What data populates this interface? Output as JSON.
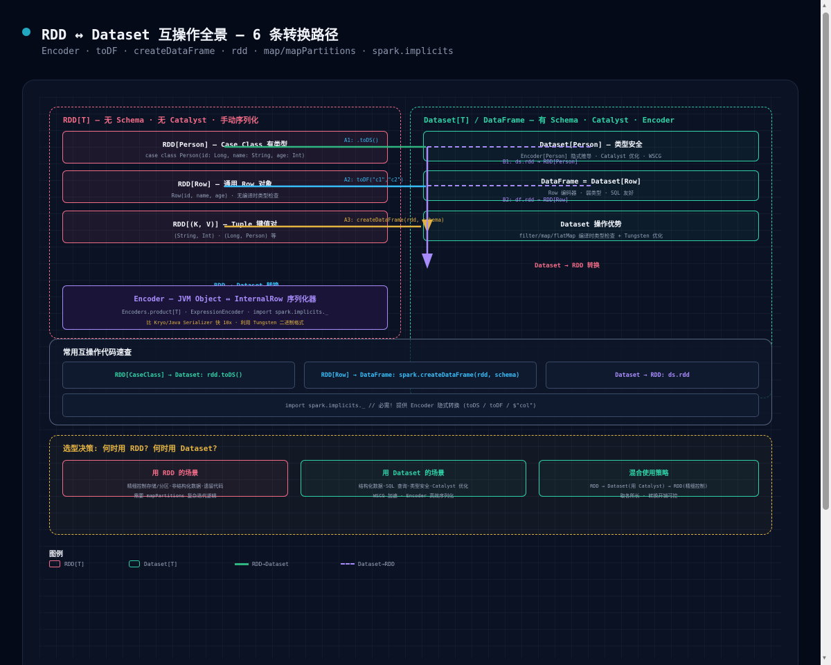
{
  "header": {
    "title": "RDD ↔ Dataset 互操作全景 — 6 条转换路径",
    "subtitle": "Encoder · toDF · createDataFrame · rdd · map/mapPartitions · spark.implicits"
  },
  "diagram": {
    "rdd_region": {
      "label": "RDD[T] — 无 Schema · 无 Catalyst · 手动序列化",
      "boxes": [
        {
          "title": "RDD[Person] — Case Class 有类型",
          "sub": "case class Person(id: Long, name: String, age: Int)"
        },
        {
          "title": "RDD[Row] — 通用 Row 对象",
          "sub": "Row(id, name, age) · 无编译时类型检查"
        },
        {
          "title": "RDD[(K, V)] — Tuple 键值对",
          "sub": "(String, Int) · (Long, Person) 等"
        }
      ],
      "section_label": "RDD → Dataset 转换"
    },
    "ds_region": {
      "label": "Dataset[T] / DataFrame — 有 Schema · Catalyst · Encoder",
      "boxes": [
        {
          "title": "Dataset[Person] — 类型安全",
          "sub": "Encoder[Person] 隐式推导 · Catalyst 优化 · WSCG"
        },
        {
          "title": "DataFrame = Dataset[Row]",
          "sub": "Row 编码器 · 弱类型 · SQL 友好"
        },
        {
          "title": "Dataset 操作优势",
          "sub": "filter/map/flatMap 编译时类型检查 + Tungsten 优化"
        }
      ],
      "section_label": "Dataset → RDD 转换"
    },
    "arrows": {
      "a1": "A1: .toDS()",
      "a2": "A2: toDF(\"c1\",\"c2\")",
      "a3": "A3: createDataFrame(rdd, schema)",
      "b1": "B1: ds.rdd → RDD[Person]",
      "b2": "B2: df.rdd → RDD[Row]"
    },
    "encoder": {
      "title": "Encoder — JVM Object ↔ InternalRow 序列化器",
      "line1": "Encoders.product[T] · ExpressionEncoder · import spark.implicits._",
      "line2": "比 Kryo/Java Serializer 快 10x · 利用 Tungsten 二进制格式"
    },
    "cheatsheet": {
      "title": "常用互操作代码速查",
      "items": [
        "RDD[CaseClass] → Dataset: rdd.toDS()",
        "RDD[Row] → DataFrame: spark.createDataFrame(rdd, schema)",
        "Dataset → RDD: ds.rdd"
      ],
      "note": "import spark.implicits._ // 必需! 提供 Encoder 隐式转换 (toDS / toDF / $\"col\")"
    },
    "decision": {
      "title": "选型决策: 何时用 RDD? 何时用 Dataset?",
      "cards": [
        {
          "title": "用 RDD 的场景",
          "line1": "精细控制存储/分区·非结构化数据·遗留代码",
          "line2": "需要 mapPartitions 复杂迭代逻辑"
        },
        {
          "title": "用 Dataset 的场景",
          "line1": "结构化数据·SQL 查询·类型安全·Catalyst 优化",
          "line2": "WSCG 加速 · Encoder 高效序列化"
        },
        {
          "title": "混合使用策略",
          "line1": "RDD → Dataset(用 Catalyst) → RDD(精细控制)",
          "line2": "取各所长 · 转换开销可控"
        }
      ]
    },
    "legend": {
      "title": "图例",
      "items": [
        "RDD[T]",
        "Dataset[T]",
        "RDD→Dataset",
        "Dataset→RDD"
      ]
    }
  },
  "colors": {
    "rdd": "#f06b86",
    "dataset": "#2fd0a5",
    "encoder": "#a78bfa",
    "cyan": "#38bdf8",
    "gold": "#e3b341"
  }
}
